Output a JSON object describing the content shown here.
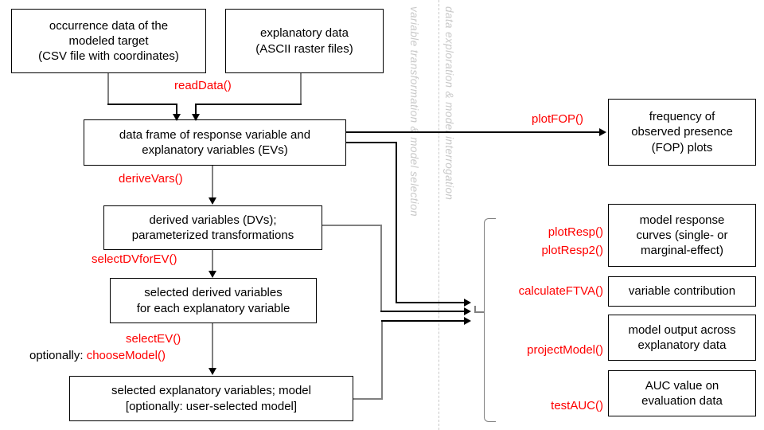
{
  "diagram": {
    "title": "MIAmaxent-style modelling workflow",
    "accent_red": "#ff0000",
    "line_gray": "#808080",
    "vertical_text_gray": "#c9c9c9"
  },
  "columns": {
    "left_vertical_label": "variable transformation  &  model selection",
    "right_vertical_label": "data exploration  &  model interrogation"
  },
  "boxes": {
    "occurrence": "occurrence data of the\nmodeled target\n(CSV file with coordinates)",
    "explanatory": "explanatory data\n(ASCII raster files)",
    "dataframe": "data frame of response variable and\nexplanatory variables (EVs)",
    "derived": "derived variables (DVs);\nparameterized transformations",
    "selected_dv": "selected derived variables\nfor each explanatory variable",
    "selected_ev": "selected explanatory variables; model\n[optionally: user-selected model]",
    "fop": "frequency of\nobserved presence\n(FOP) plots",
    "response_curves": "model response\ncurves (single- or\nmarginal-effect)",
    "variable_contribution": "variable contribution",
    "model_output": "model output across\nexplanatory data",
    "auc": "AUC value on\nevaluation data"
  },
  "functions": {
    "readData": "readData()",
    "deriveVars": "deriveVars()",
    "selectDVforEV": "selectDVforEV()",
    "selectEV": "selectEV()",
    "optionally_prefix": "optionally:",
    "chooseModel": "chooseModel()",
    "plotFOP": "plotFOP()",
    "plotResp": "plotResp()",
    "plotResp2": "plotResp2()",
    "calculateFTVA": "calculateFTVA()",
    "projectModel": "projectModel()",
    "testAUC": "testAUC()"
  }
}
